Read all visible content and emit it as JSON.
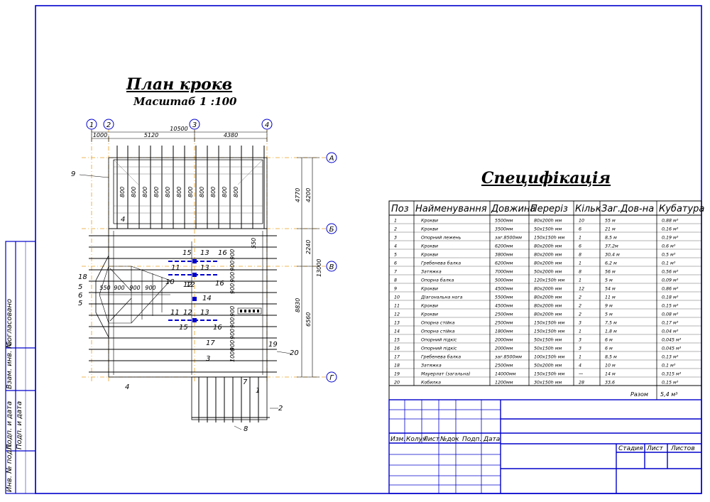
{
  "plan": {
    "title": "План крокв",
    "scale": "Масштаб 1 :100",
    "axes_vertical": [
      "1",
      "2",
      "3",
      "4"
    ],
    "axes_horizontal": [
      "A",
      "Б",
      "В",
      "Г"
    ],
    "dims_top": [
      "10500",
      "1000",
      "5120",
      "4380"
    ],
    "dims_right": [
      "4770",
      "4200",
      "2240",
      "13000",
      "8830",
      "6560",
      "550"
    ],
    "rafter_spacing": [
      "800",
      "800",
      "800",
      "800",
      "800",
      "800",
      "800",
      "800",
      "800",
      "800",
      "800"
    ],
    "hip_spacing": [
      "550",
      "900",
      "900",
      "900"
    ],
    "right_spacing": [
      "550",
      "900",
      "900",
      "900",
      "900",
      "900",
      "900",
      "900",
      "900",
      "1000"
    ],
    "pos_labels": [
      "9",
      "4",
      "15",
      "13",
      "16",
      "11",
      "13",
      "18",
      "5",
      "6",
      "5",
      "10",
      "12",
      "16",
      "14",
      "11",
      "12",
      "13",
      "15",
      "16",
      "17",
      "3",
      "19",
      "20",
      "4",
      "7",
      "1",
      "2",
      "8",
      "12"
    ]
  },
  "spec": {
    "title": "Специфікація",
    "headers": [
      "Поз",
      "Найменування",
      "Довжина",
      "Переріз",
      "Кільк",
      "Заг.Дов-на",
      "Кубатура"
    ],
    "rows": [
      [
        "1",
        "Крокви",
        "5500мм",
        "80x200h мм",
        "10",
        "55 м",
        "0,88 м³"
      ],
      [
        "2",
        "Крокви",
        "3500мм",
        "50x150h мм",
        "6",
        "21 м",
        "0,16 м³"
      ],
      [
        "3",
        "Опорний лежень",
        "заг.8500мм",
        "150x150h мм",
        "1",
        "8,5 м",
        "0,19 м³"
      ],
      [
        "4",
        "Крокви",
        "6200мм",
        "80x200h мм",
        "6",
        "37,2м",
        "0,6 м³"
      ],
      [
        "5",
        "Крокви",
        "3800мм",
        "80x200h мм",
        "8",
        "30,4 м",
        "0,5 м³"
      ],
      [
        "6",
        "Гребенева балка",
        "6200мм",
        "80x200h мм",
        "1",
        "6,2 м",
        "0,1 м³"
      ],
      [
        "7",
        "Затяжка",
        "7000мм",
        "50x200h мм",
        "8",
        "56 м",
        "0,56 м³"
      ],
      [
        "8",
        "Опорна балка",
        "5000мм",
        "120x150h мм",
        "1",
        "5 м",
        "0,09 м³"
      ],
      [
        "9",
        "Крокви",
        "4500мм",
        "80x200h мм",
        "12",
        "54 м",
        "0,86 м³"
      ],
      [
        "10",
        "Діагональна нога",
        "5500мм",
        "80x200h мм",
        "2",
        "11 м",
        "0,18 м³"
      ],
      [
        "11",
        "Крокви",
        "4500мм",
        "80x200h мм",
        "2",
        "9 м",
        "0,15 м³"
      ],
      [
        "12",
        "Крокви",
        "2500мм",
        "80x200h мм",
        "2",
        "5 м",
        "0,08 м³"
      ],
      [
        "13",
        "Опорна стійка",
        "2500мм",
        "150x150h мм",
        "3",
        "7,5 м",
        "0,17 м³"
      ],
      [
        "14",
        "Опорна стійка",
        "1800мм",
        "150x150h мм",
        "1",
        "1,8 м",
        "0,04 м³"
      ],
      [
        "15",
        "Опорний підкіс",
        "2000мм",
        "50x150h мм",
        "3",
        "6 м",
        "0,045 м³"
      ],
      [
        "16",
        "Опорний підкіс",
        "2000мм",
        "50x150h мм",
        "3",
        "6 м",
        "0,045 м³"
      ],
      [
        "17",
        "Гребенева балка",
        "заг.8500мм",
        "100x150h мм",
        "1",
        "8,5 м",
        "0,13 м³"
      ],
      [
        "18",
        "Затяжка",
        "2500мм",
        "50x200h мм",
        "4",
        "10 м",
        "0,1 м³"
      ],
      [
        "19",
        "Мауерлат (загальна)",
        "14000мм",
        "150x150h мм",
        "—",
        "14 м",
        "0,315 м³"
      ],
      [
        "20",
        "Кобилка",
        "1200мм",
        "30x150h мм",
        "28",
        "33,6",
        "0,15 м³"
      ]
    ],
    "total_label": "Разом",
    "total_value": "5,4 м³"
  },
  "stamp": {
    "cols": [
      "Изм.",
      "Колуч",
      "Лист",
      "№док",
      "Подп.",
      "Дата"
    ],
    "right": [
      "Стадия",
      "Лист",
      "Листов"
    ]
  },
  "side": {
    "labels": [
      "Согласовано",
      "Взам. инв. №",
      "Подп. и дата",
      "Инв. № подл.",
      "Подп. и дата"
    ]
  }
}
